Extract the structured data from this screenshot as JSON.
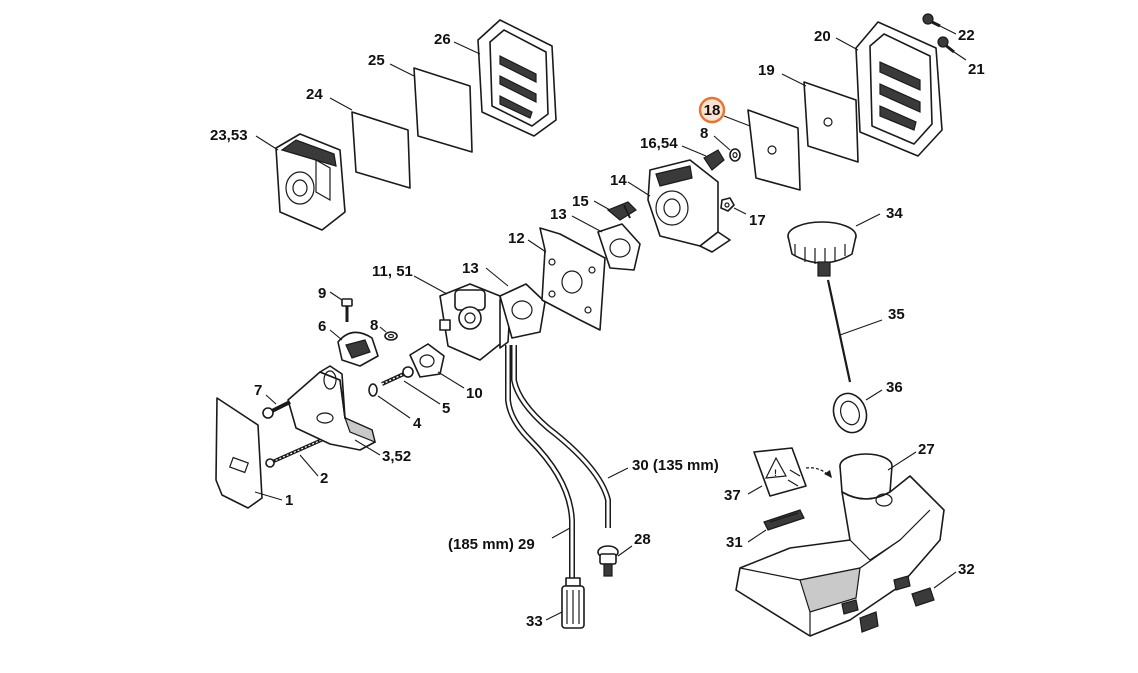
{
  "highlight": {
    "label": "18",
    "color": "#e8742d"
  },
  "callouts": {
    "c1": "1",
    "c2": "2",
    "c3": "3,52",
    "c4": "4",
    "c5": "5",
    "c6": "6",
    "c7": "7",
    "c8a": "8",
    "c9": "9",
    "c10": "10",
    "c11": "11, 51",
    "c12": "12",
    "c13a": "13",
    "c13b": "13",
    "c14": "14",
    "c15": "15",
    "c16": "16,54",
    "c17": "17",
    "c8b": "8",
    "c19": "19",
    "c20": "20",
    "c21": "21",
    "c22": "22",
    "c23": "23,53",
    "c24": "24",
    "c25": "25",
    "c26": "26",
    "c27": "27",
    "c28": "28",
    "c29": "(185 mm) 29",
    "c30": "30 (135 mm)",
    "c31": "31",
    "c32": "32",
    "c33": "33",
    "c34": "34",
    "c35": "35",
    "c36": "36",
    "c37": "37"
  }
}
